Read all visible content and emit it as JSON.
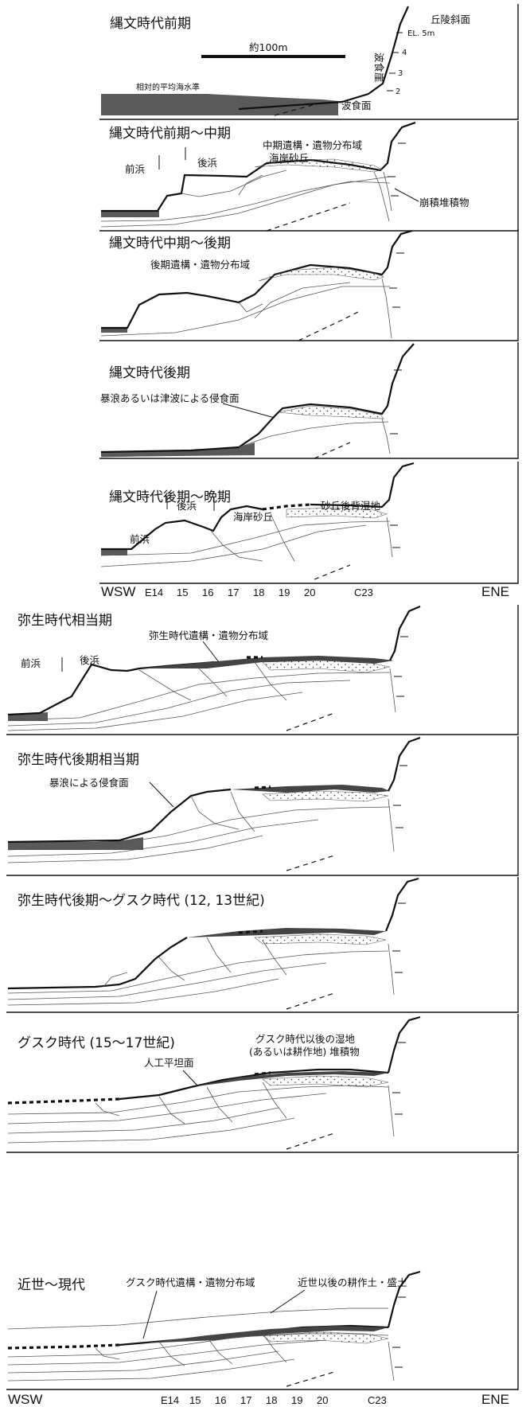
{
  "panels": [
    {
      "title": "縄文時代前期",
      "labels": [
        "丘陵斜面",
        "EL. 5m",
        "4",
        "3",
        "2",
        "波食崖",
        "波食面",
        "相対的平均海水準",
        "約100m"
      ]
    },
    {
      "title": "縄文時代前期～中期",
      "labels": [
        "前浜",
        "後浜",
        "中期遺構・遺物分布域",
        "海岸砂丘",
        "崩積堆積物"
      ]
    },
    {
      "title": "縄文時代中期～後期",
      "labels": [
        "後期遺構・遺物分布域"
      ]
    },
    {
      "title": "縄文時代後期",
      "labels": [
        "暴浪あるいは津波による侵食面"
      ]
    },
    {
      "title": "縄文時代後期～晩期",
      "labels": [
        "後浜",
        "前浜",
        "海岸砂丘",
        "砂丘後背湿地"
      ]
    },
    {
      "title": "弥生時代相当期",
      "labels": [
        "弥生時代遺構・遺物分布域",
        "前浜",
        "後浜"
      ]
    },
    {
      "title": "弥生時代後期相当期",
      "labels": [
        "暴浪による侵食面"
      ]
    },
    {
      "title": "弥生時代後期～グスク時代 (12, 13世紀)",
      "labels": []
    },
    {
      "title": "グスク時代 (15～17世紀)",
      "labels": [
        "人工平坦面",
        "グスク時代以後の湿地",
        "(あるいは耕作地) 堆積物"
      ]
    },
    {
      "title": "近世～現代",
      "labels": [
        "グスク時代遺構・遺物分布域",
        "近世以後の耕作土・盛土"
      ]
    }
  ],
  "axis_top": {
    "west": "WSW",
    "east": "ENE",
    "ticks": [
      "E14",
      "15",
      "16",
      "17",
      "18",
      "19",
      "20",
      "C23"
    ]
  },
  "axis_bottom": {
    "west": "WSW",
    "east": "ENE",
    "ticks": [
      "E14",
      "15",
      "16",
      "17",
      "18",
      "19",
      "20",
      "C23"
    ]
  },
  "colors": {
    "line": "#111111",
    "sea": "#5a5a5a",
    "background": "#ffffff"
  }
}
